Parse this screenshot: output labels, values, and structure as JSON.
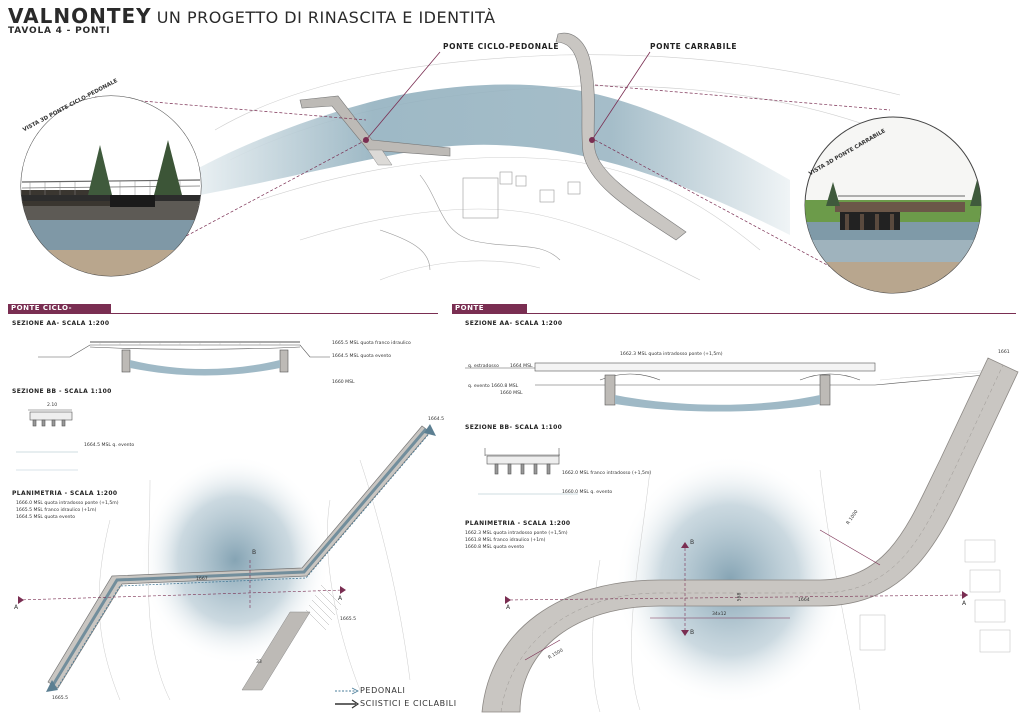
{
  "header": {
    "title_main": "VALNONTEY",
    "title_sub": "UN PROGETTO DI RINASCITA E IDENTITÀ",
    "tavola": "TAVOLA 4 - PONTI"
  },
  "overview": {
    "callout_pedonale": "PONTE CICLO-PEDONALE",
    "callout_carrabile": "PONTE CARRABILE",
    "vista_pedonale": "VISTA 3D PONTE CICLO-PEDONALE",
    "vista_carrabile": "VISTA 3D PONTE CARRABILE"
  },
  "left_panel": {
    "header": "PONTE CICLO-PEDONALE",
    "sezione_aa": "SEZIONE AA- SCALA 1:200",
    "aa_labels": [
      "1665.5 MSL  quota franco idraulico",
      "1664.5 MSL  quota evento",
      "1660 MSL"
    ],
    "sezione_bb": "SEZIONE BB - SCALA 1:100",
    "bb_width": "2.10",
    "bb_label": "1664.5 MSL     q. evento",
    "planimetria": "PLANIMETRIA - SCALA 1:200",
    "plan_labels": [
      "1666.0 MSL quota intradosso ponte (+1,5m)",
      "1665.5 MSL franco idraulico (+1m)",
      "1664.5 MSL quota evento"
    ],
    "elev_top": "1664.5",
    "elev_bottom": "1665.5",
    "elev_mid": "1665.5",
    "dim_label": "1667",
    "marker_a": "A",
    "marker_b": "B",
    "dim_side": "33"
  },
  "right_panel": {
    "header": "PONTE CARRABILE",
    "sezione_aa": "SEZIONE AA- SCALA 1:200",
    "aa_labels": [
      "1662.3 MSL  quota intradosso ponte (+1,5m)",
      "q. estradosso",
      "1664 MSL",
      "q. evento  1660.8 MSL",
      "1660 MSL"
    ],
    "sezione_bb": "SEZIONE BB- SCALA 1:100",
    "bb_labels": [
      "1662.0 MSL  franco intradosso (+1,5m)",
      "1660.0 MSL     q. evento"
    ],
    "planimetria": "PLANIMETRIA - SCALA 1:200",
    "plan_labels": [
      "1662.3 MSL quota intradosso ponte (+1,5m)",
      "1661.8 MSL franco idraulico (+1m)",
      "1660.8 MSL quota evento"
    ],
    "elev_corner": "1661",
    "dim_span": "34x12",
    "dim_elev": "1664",
    "dim_radius1": "R 1000",
    "dim_radius2": "R 1500",
    "marker_a": "A",
    "marker_b": "B",
    "dim_w": "568"
  },
  "legend": {
    "pedonali": "PEDONALI",
    "sciistici": "SCIISTICI E CICLABILI"
  },
  "colors": {
    "accent": "#7a2e52",
    "water": "#8fb0bf",
    "road": "#c9c6c2",
    "road_edge": "#8c8884",
    "line": "#555555"
  }
}
